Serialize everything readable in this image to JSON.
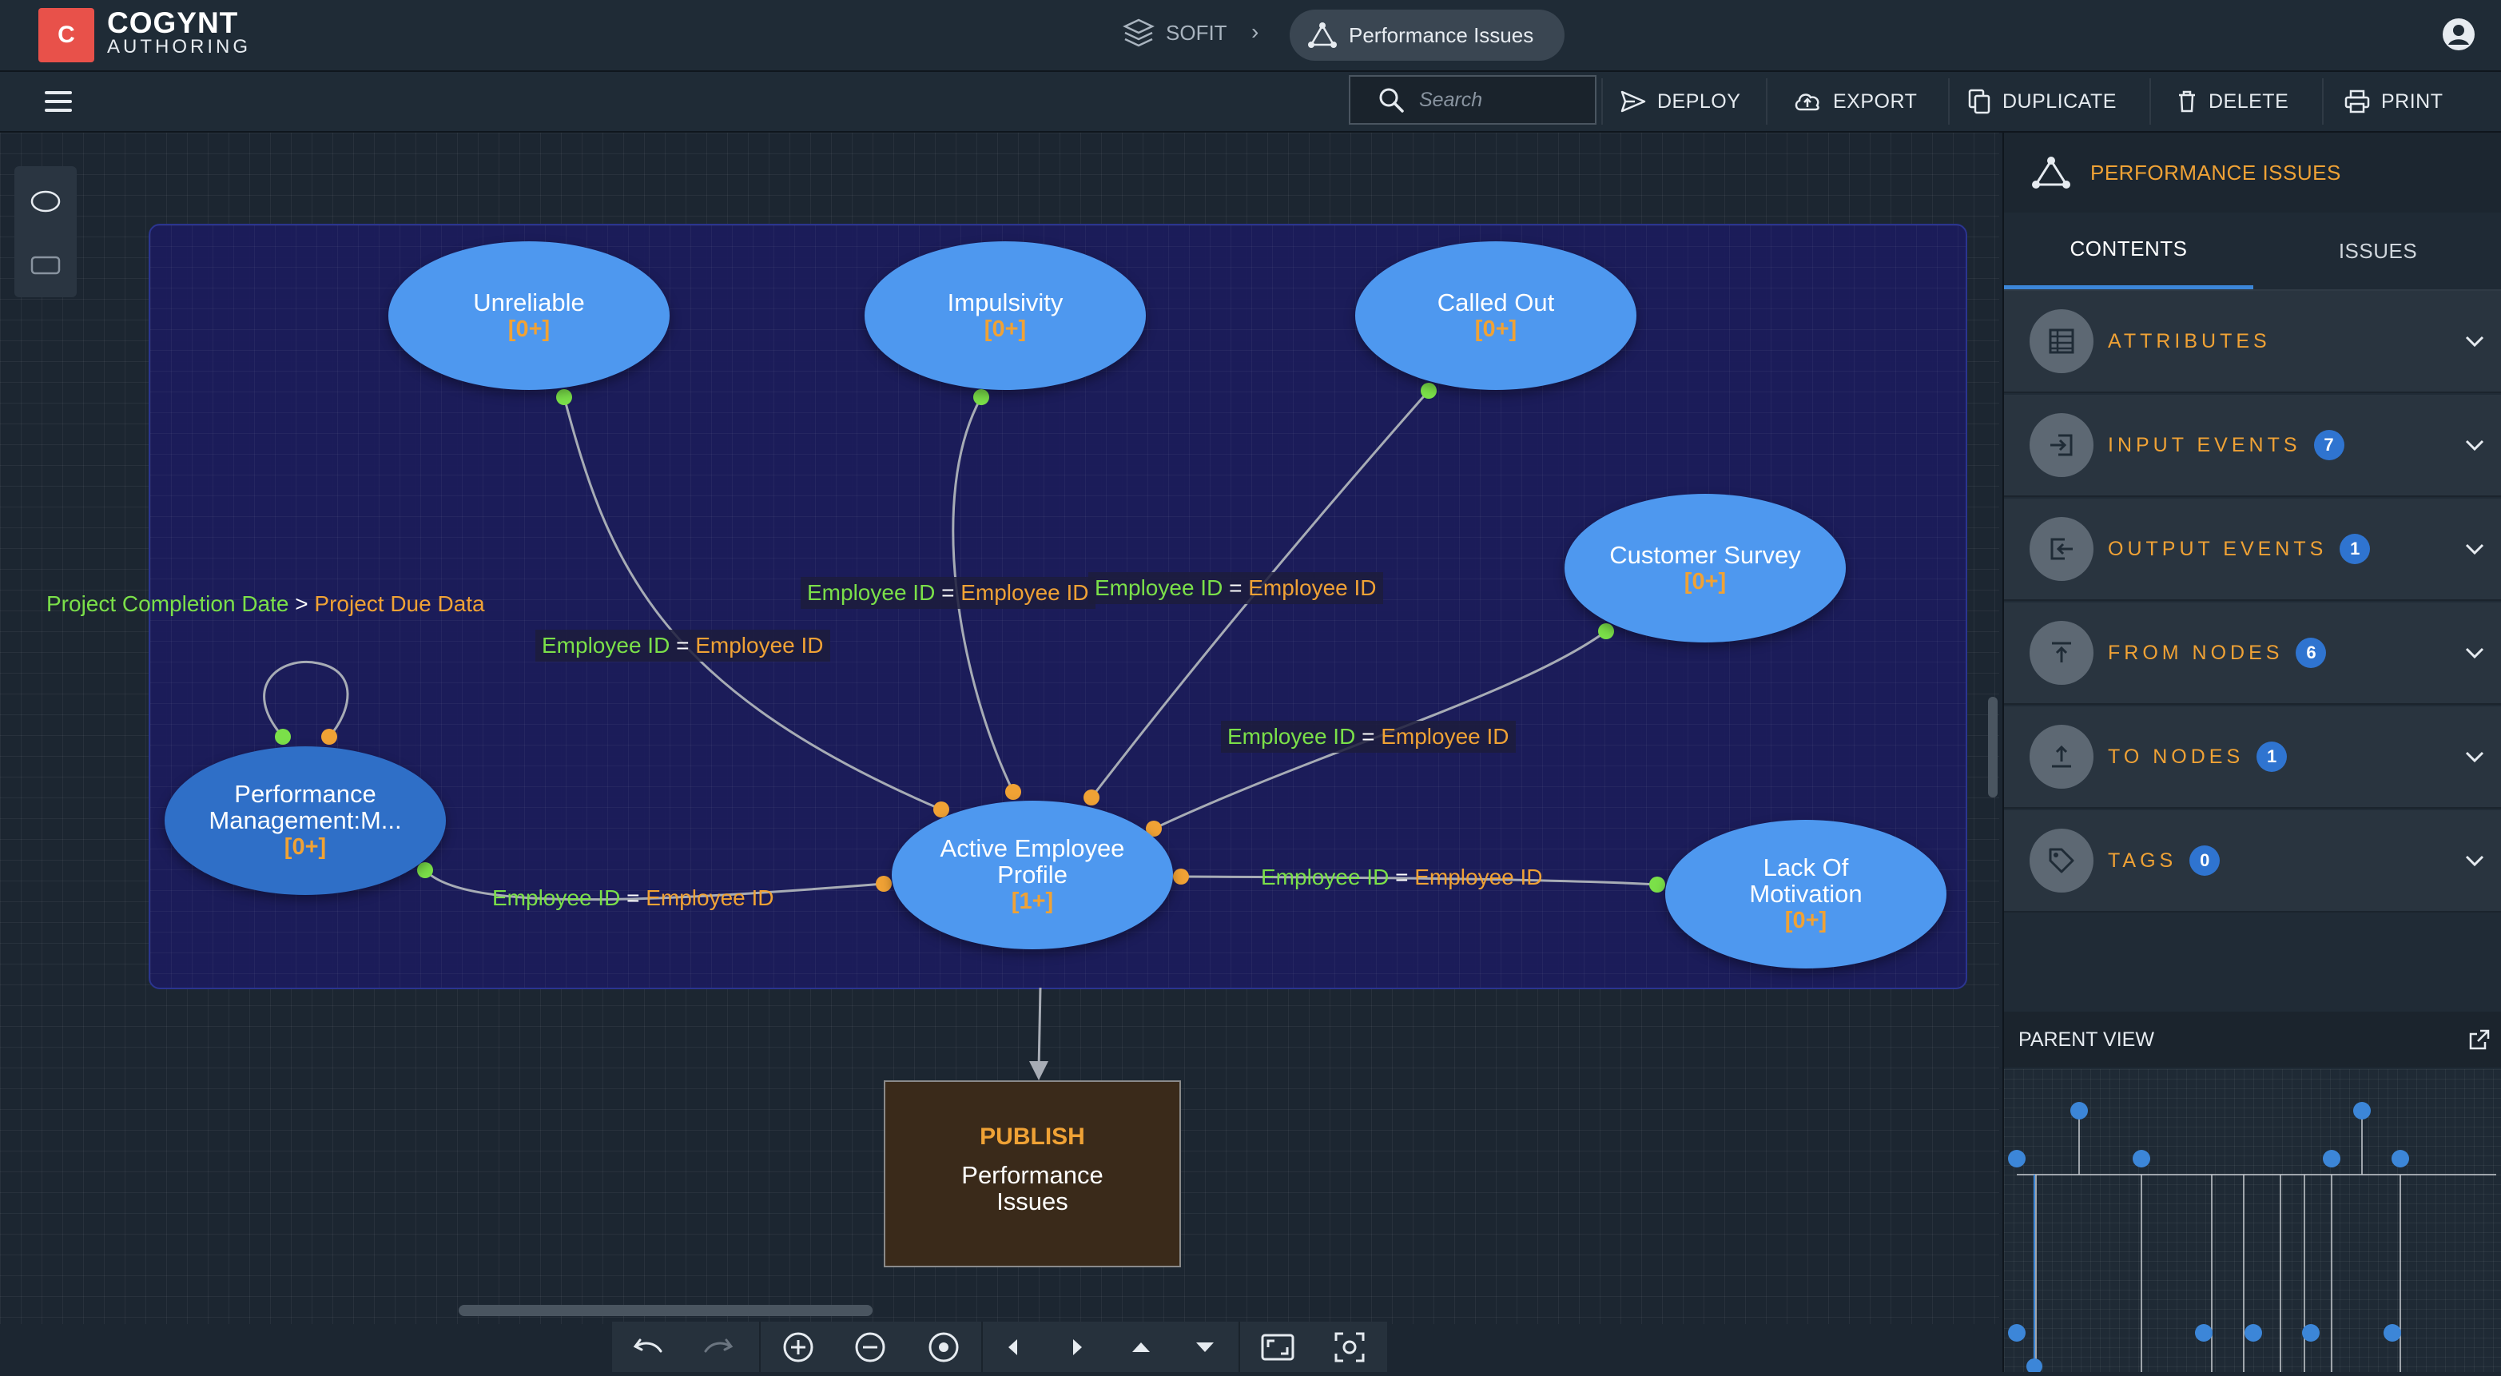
{
  "app": {
    "brand_letter": "C",
    "name": "COGYNT",
    "subtitle": "AUTHORING"
  },
  "breadcrumb": {
    "project": "SOFIT",
    "current": "Performance Issues"
  },
  "toolbar": {
    "search_placeholder": "Search",
    "deploy": "DEPLOY",
    "export": "EXPORT",
    "duplicate": "DUPLICATE",
    "delete": "DELETE",
    "print": "PRINT"
  },
  "graph": {
    "nodes": {
      "unreliable": {
        "name": "Unreliable",
        "card": "[0+]"
      },
      "impulsivity": {
        "name": "Impulsivity",
        "card": "[0+]"
      },
      "called_out": {
        "name": "Called Out",
        "card": "[0+]"
      },
      "customer_survey": {
        "name": "Customer Survey",
        "card": "[0+]"
      },
      "performance_mgmt": {
        "name_line1": "Performance",
        "name_line2": "Management:M...",
        "card": "[0+]"
      },
      "active_employee": {
        "name_line1": "Active Employee",
        "name_line2": "Profile",
        "card": "[1+]"
      },
      "lack_motivation": {
        "name_line1": "Lack Of",
        "name_line2": "Motivation",
        "card": "[0+]"
      }
    },
    "edge_labels": {
      "self_loop": {
        "left": "Project Completion Date",
        "op": ">",
        "right": "Project Due Data"
      },
      "unreliable": {
        "left": "Employee ID",
        "op": "=",
        "right": "Employee ID"
      },
      "impulsivity": {
        "left": "Employee ID",
        "op": "=",
        "right": "Employee ID"
      },
      "called_out": {
        "left": "Employee ID",
        "op": "=",
        "right": "Employee ID"
      },
      "customer_survey": {
        "left": "Employee ID",
        "op": "=",
        "right": "Employee ID"
      },
      "performance_mgmt": {
        "left": "Employee ID",
        "op": "=",
        "right": "Employee ID"
      },
      "lack_motivation": {
        "left": "Employee ID",
        "op": "=",
        "right": "Employee ID"
      }
    },
    "publish": {
      "title": "PUBLISH",
      "name_line1": "Performance",
      "name_line2": "Issues"
    }
  },
  "panel": {
    "title": "PERFORMANCE ISSUES",
    "tabs": [
      "CONTENTS",
      "ISSUES"
    ],
    "sections": [
      {
        "label": "ATTRIBUTES",
        "icon": "table-icon"
      },
      {
        "label": "INPUT EVENTS",
        "count": "7",
        "icon": "input-icon"
      },
      {
        "label": "OUTPUT EVENTS",
        "count": "1",
        "icon": "output-icon"
      },
      {
        "label": "FROM NODES",
        "count": "6",
        "icon": "from-nodes-icon"
      },
      {
        "label": "TO NODES",
        "count": "1",
        "icon": "to-nodes-icon"
      },
      {
        "label": "TAGS",
        "count": "0",
        "icon": "tag-icon"
      }
    ],
    "parent_view": "PARENT VIEW"
  },
  "colors": {
    "accent": "#f0a235",
    "node": "#4e98ef",
    "green_port": "#7be049",
    "orange_port": "#f0a235",
    "group": "#1b1b5c"
  }
}
